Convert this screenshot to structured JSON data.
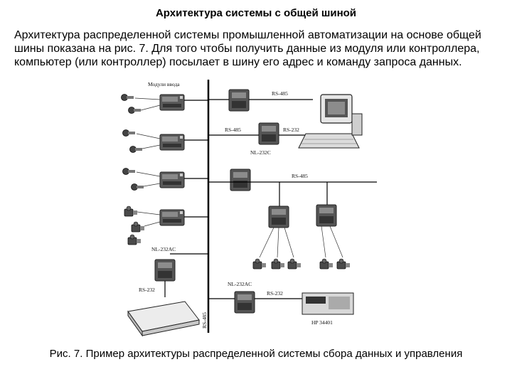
{
  "slide": {
    "title": "Архитектура системы с общей шиной",
    "paragraph": "Архитектура распределенной системы промышленной автоматизации на основе общей шины показана на рис. 7. Для того чтобы получить данные из модуля или контроллера, компьютер (или контроллер) посылает в шину его адрес и команду запроса данных.",
    "caption": "Рис. 7. Пример архитектуры распределенной системы сбора данных и управления"
  },
  "diagram": {
    "labels": {
      "input_modules": "Модули ввода",
      "rs485_top": "RS-485",
      "rs485_left": "RS-485",
      "rs232_pc": "RS-232",
      "nl232c": "NL-232C",
      "rs485_mid": "RS-485",
      "nl232ac_left": "NL-232AC",
      "rs232_left": "RS-232",
      "nl232ac_right": "NL-232AC",
      "rs232_right": "RS-232",
      "hp34401": "HP 34401",
      "rs485_bus": "RS-485"
    },
    "icons": [
      "input-module",
      "sensor",
      "controller-module",
      "converter",
      "computer",
      "valve",
      "modem",
      "multimeter"
    ]
  }
}
